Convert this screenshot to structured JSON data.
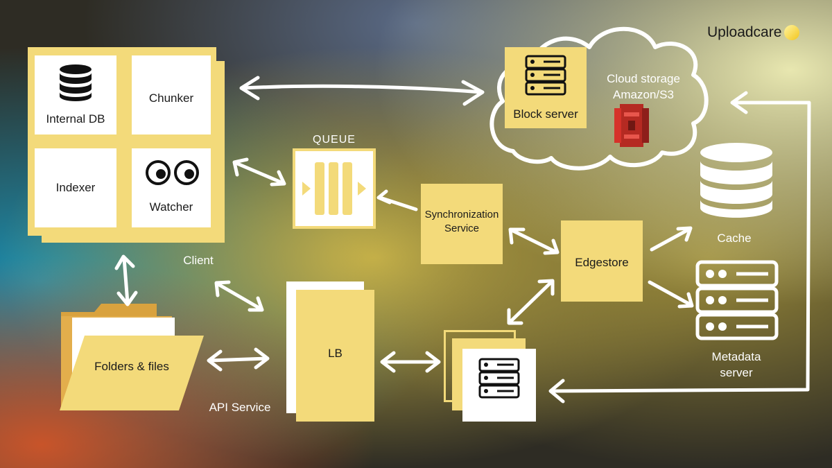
{
  "brand": {
    "name": "Uploadcare",
    "accent": "#f5d33b"
  },
  "colors": {
    "box_yellow": "#f3da7a",
    "arrow": "#ffffff",
    "s3_red": "#d6322a"
  },
  "client": {
    "caption": "Client",
    "internal_db": "Internal DB",
    "chunker": "Chunker",
    "indexer": "Indexer",
    "watcher": "Watcher"
  },
  "queue": {
    "title": "QUEUE"
  },
  "sync_service": {
    "line1": "Synchronization",
    "line2": "Service"
  },
  "edgestore": {
    "label": "Edgestore"
  },
  "cloud": {
    "line1": "Cloud storage",
    "line2": "Amazon/S3"
  },
  "block_server": {
    "label": "Block server"
  },
  "cache": {
    "label": "Cache"
  },
  "metadata_server": {
    "line1": "Metadata",
    "line2": "server"
  },
  "folders": {
    "label": "Folders & files"
  },
  "lb": {
    "label": "LB"
  },
  "api_service": {
    "label": "API Service"
  },
  "icons": [
    "database-icon",
    "eyes-icon",
    "server-icon",
    "queue-icon",
    "folder-icon",
    "aws-s3-icon",
    "cloud-icon"
  ]
}
